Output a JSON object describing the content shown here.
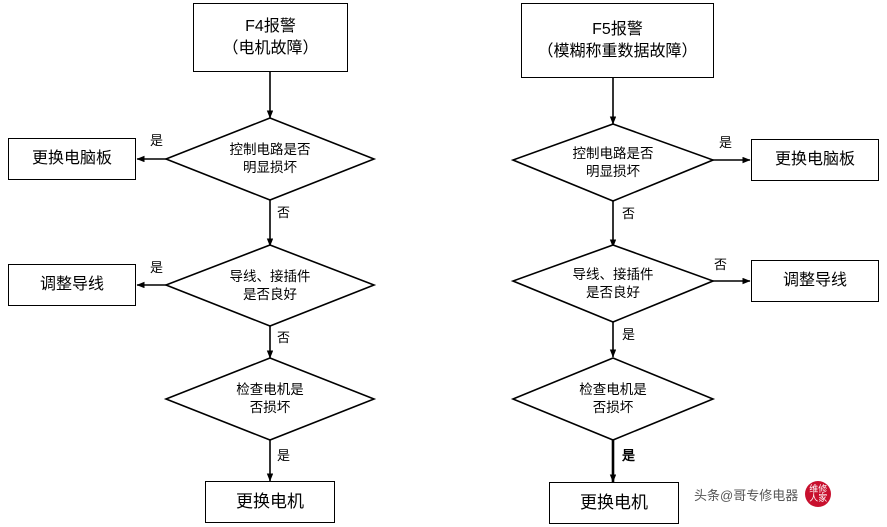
{
  "diagram": {
    "type": "flowchart",
    "columns": [
      {
        "id": "f4",
        "start": {
          "line1": "F4报警",
          "line2": "（电机故障）"
        },
        "decisions": [
          {
            "line1": "控制电路是否",
            "line2": "明显损坏"
          },
          {
            "line1": "导线、接插件",
            "line2": "是否良好"
          },
          {
            "line1": "检查电机是",
            "line2": "否损坏"
          }
        ],
        "outcomes": [
          {
            "label": "更换电脑板"
          },
          {
            "label": "调整导线"
          },
          {
            "label": "更换电机"
          }
        ],
        "edge_labels": {
          "d1_side": "是",
          "d1_down": "否",
          "d2_side": "是",
          "d2_down": "否",
          "d3_down": "是"
        }
      },
      {
        "id": "f5",
        "start": {
          "line1": "F5报警",
          "line2": "（模糊称重数据故障）"
        },
        "decisions": [
          {
            "line1": "控制电路是否",
            "line2": "明显损坏"
          },
          {
            "line1": "导线、接插件",
            "line2": "是否良好"
          },
          {
            "line1": "检查电机是",
            "line2": "否损坏"
          }
        ],
        "outcomes": [
          {
            "label": "更换电脑板"
          },
          {
            "label": "调整导线"
          },
          {
            "label": "更换电机"
          }
        ],
        "edge_labels": {
          "d1_side": "是",
          "d1_down": "否",
          "d2_side": "否",
          "d2_down": "是",
          "d3_down": "是"
        }
      }
    ]
  },
  "watermark": {
    "text": "头条@哥专修电器",
    "logo_text": "维修人家"
  },
  "colors": {
    "stroke": "#000000",
    "background": "#ffffff",
    "logo": "#c8102e"
  }
}
